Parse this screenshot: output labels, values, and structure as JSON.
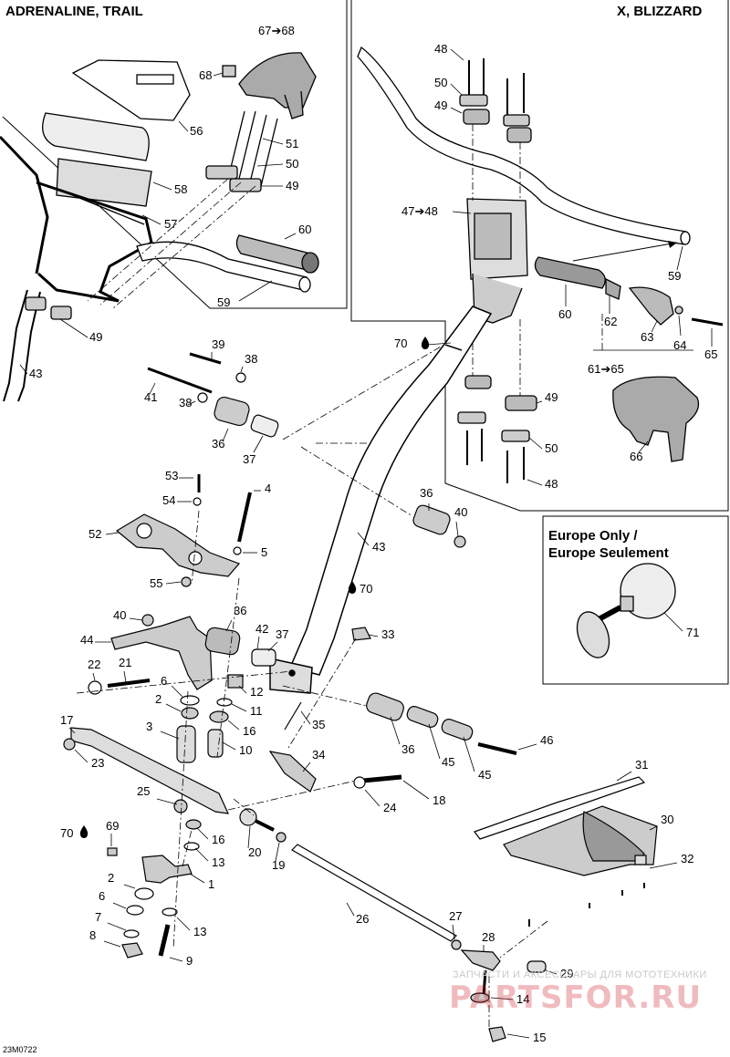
{
  "panels": {
    "left_title": "ADRENALINE, TRAIL",
    "right_title": "X, BLIZZARD",
    "europe_title_line1": "Europe Only /",
    "europe_title_line2": "Europe Seulement"
  },
  "diagram_code": "23M0722",
  "watermark": {
    "top_text": "ЗАПЧАСТИ И АКСЕССУАРЫ ДЛЯ МОТОТЕХНИКИ",
    "brand": "PARTSFOR.RU"
  },
  "callouts": [
    {
      "id": "c67",
      "label": "67➔68"
    },
    {
      "id": "c68",
      "label": "68"
    },
    {
      "id": "c56",
      "label": "56"
    },
    {
      "id": "c51",
      "label": "51"
    },
    {
      "id": "c50a",
      "label": "50"
    },
    {
      "id": "c49a",
      "label": "49"
    },
    {
      "id": "c58",
      "label": "58"
    },
    {
      "id": "c57",
      "label": "57"
    },
    {
      "id": "c60a",
      "label": "60"
    },
    {
      "id": "c59a",
      "label": "59"
    },
    {
      "id": "c49b",
      "label": "49"
    },
    {
      "id": "c43a",
      "label": "43"
    },
    {
      "id": "c48a",
      "label": "48"
    },
    {
      "id": "c50b",
      "label": "50"
    },
    {
      "id": "c49c",
      "label": "49"
    },
    {
      "id": "c47",
      "label": "47➔48"
    },
    {
      "id": "c59b",
      "label": "59"
    },
    {
      "id": "c60b",
      "label": "60"
    },
    {
      "id": "c62",
      "label": "62"
    },
    {
      "id": "c63",
      "label": "63"
    },
    {
      "id": "c64",
      "label": "64"
    },
    {
      "id": "c65",
      "label": "65"
    },
    {
      "id": "c61",
      "label": "61➔65"
    },
    {
      "id": "c66",
      "label": "66"
    },
    {
      "id": "c49d",
      "label": "49"
    },
    {
      "id": "c50c",
      "label": "50"
    },
    {
      "id": "c48b",
      "label": "48"
    },
    {
      "id": "c70a",
      "label": "70"
    },
    {
      "id": "c39",
      "label": "39"
    },
    {
      "id": "c38a",
      "label": "38"
    },
    {
      "id": "c41",
      "label": "41"
    },
    {
      "id": "c38b",
      "label": "38"
    },
    {
      "id": "c36a",
      "label": "36"
    },
    {
      "id": "c37a",
      "label": "37"
    },
    {
      "id": "c53",
      "label": "53"
    },
    {
      "id": "c54",
      "label": "54"
    },
    {
      "id": "c4",
      "label": "4"
    },
    {
      "id": "c52",
      "label": "52"
    },
    {
      "id": "c5",
      "label": "5"
    },
    {
      "id": "c55",
      "label": "55"
    },
    {
      "id": "c36b",
      "label": "36"
    },
    {
      "id": "c40a",
      "label": "40"
    },
    {
      "id": "c43b",
      "label": "43"
    },
    {
      "id": "c70b",
      "label": "70"
    },
    {
      "id": "c71",
      "label": "71"
    },
    {
      "id": "c40b",
      "label": "40"
    },
    {
      "id": "c36c",
      "label": "36"
    },
    {
      "id": "c44",
      "label": "44"
    },
    {
      "id": "c42",
      "label": "42"
    },
    {
      "id": "c37b",
      "label": "37"
    },
    {
      "id": "c33",
      "label": "33"
    },
    {
      "id": "c22",
      "label": "22"
    },
    {
      "id": "c21",
      "label": "21"
    },
    {
      "id": "c6a",
      "label": "6"
    },
    {
      "id": "c12",
      "label": "12"
    },
    {
      "id": "c2a",
      "label": "2"
    },
    {
      "id": "c11",
      "label": "11"
    },
    {
      "id": "c35",
      "label": "35"
    },
    {
      "id": "c17",
      "label": "17"
    },
    {
      "id": "c3",
      "label": "3"
    },
    {
      "id": "c16a",
      "label": "16"
    },
    {
      "id": "c10",
      "label": "10"
    },
    {
      "id": "c36d",
      "label": "36"
    },
    {
      "id": "c46",
      "label": "46"
    },
    {
      "id": "c23",
      "label": "23"
    },
    {
      "id": "c45a",
      "label": "45"
    },
    {
      "id": "c45b",
      "label": "45"
    },
    {
      "id": "c34",
      "label": "34"
    },
    {
      "id": "c31",
      "label": "31"
    },
    {
      "id": "c18",
      "label": "18"
    },
    {
      "id": "c25",
      "label": "25"
    },
    {
      "id": "c24",
      "label": "24"
    },
    {
      "id": "c30",
      "label": "30"
    },
    {
      "id": "c70c",
      "label": "70"
    },
    {
      "id": "c69",
      "label": "69"
    },
    {
      "id": "c16b",
      "label": "16"
    },
    {
      "id": "c20",
      "label": "20"
    },
    {
      "id": "c13a",
      "label": "13"
    },
    {
      "id": "c19",
      "label": "19"
    },
    {
      "id": "c32",
      "label": "32"
    },
    {
      "id": "c1",
      "label": "1"
    },
    {
      "id": "c2b",
      "label": "2"
    },
    {
      "id": "c6b",
      "label": "6"
    },
    {
      "id": "c26",
      "label": "26"
    },
    {
      "id": "c27",
      "label": "27"
    },
    {
      "id": "c7",
      "label": "7"
    },
    {
      "id": "c13b",
      "label": "13"
    },
    {
      "id": "c28",
      "label": "28"
    },
    {
      "id": "c8",
      "label": "8"
    },
    {
      "id": "c9",
      "label": "9"
    },
    {
      "id": "c29",
      "label": "29"
    },
    {
      "id": "c14",
      "label": "14"
    },
    {
      "id": "c15",
      "label": "15"
    }
  ]
}
